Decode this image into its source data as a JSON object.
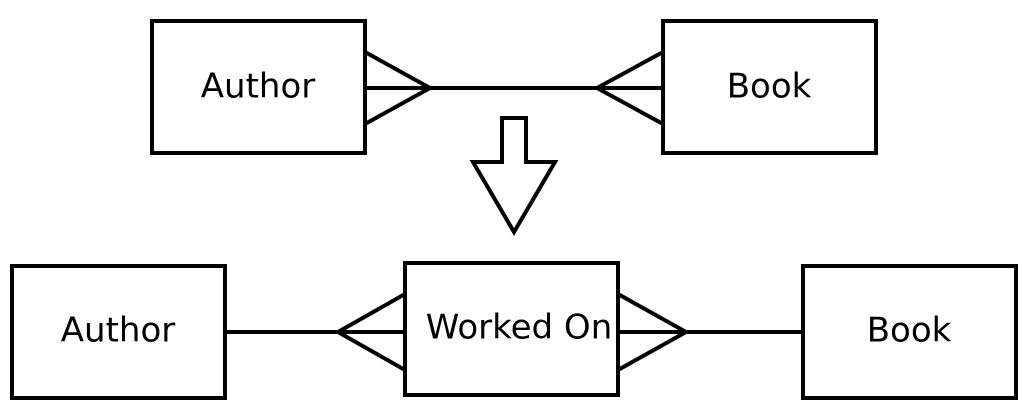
{
  "top_row": {
    "left_entity": "Author",
    "right_entity": "Book",
    "relationship": "many-to-many"
  },
  "bottom_row": {
    "left_entity": "Author",
    "junction_entity": "Worked On",
    "right_entity": "Book",
    "relationship": "one-to-many / many-to-one via junction"
  },
  "transition_arrow": "down-arrow-icon",
  "colors": {
    "stroke": "#000000",
    "fill": "#ffffff"
  }
}
